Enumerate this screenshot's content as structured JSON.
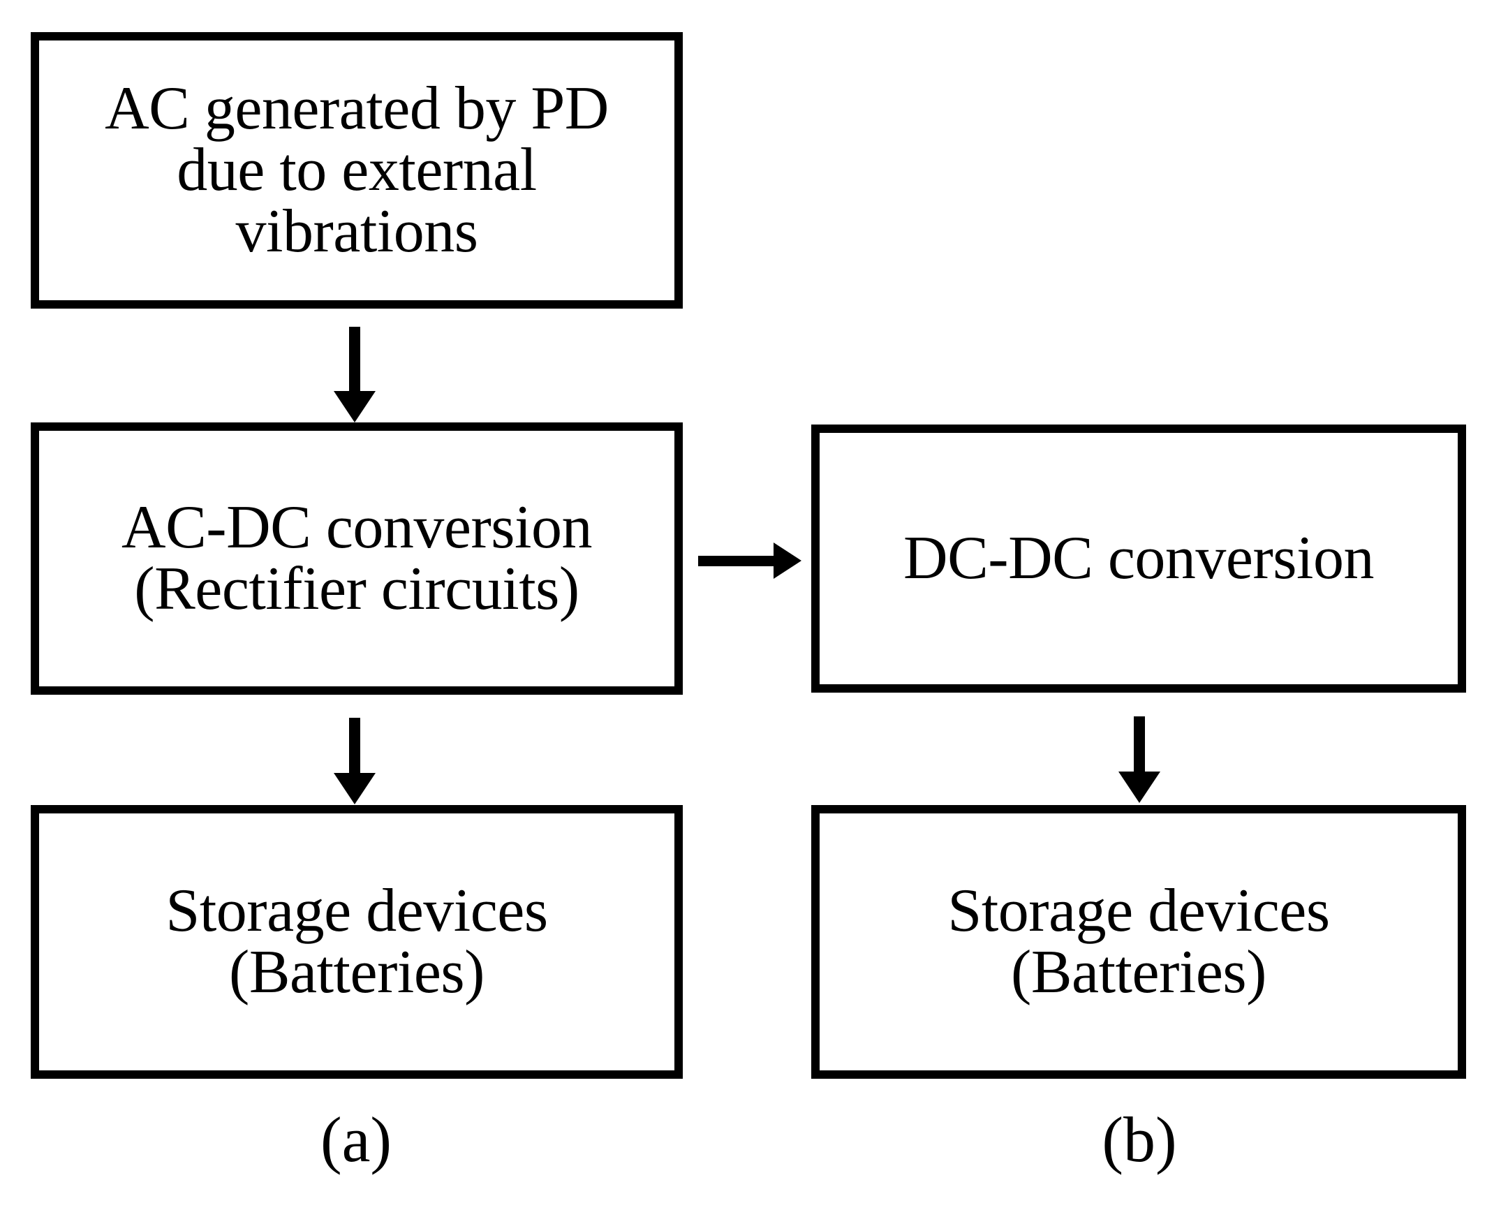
{
  "figure": {
    "type": "flowchart",
    "orientation": "two-column",
    "background_color": "#ffffff",
    "stroke_color": "#000000"
  },
  "nodes": {
    "source": {
      "id": "source",
      "label": "AC generated by PD\ndue to external\nvibrations",
      "column": "a"
    },
    "ac_dc": {
      "id": "ac-dc-conversion",
      "label": "AC-DC conversion\n(Rectifier circuits)",
      "column": "a"
    },
    "storage_left": {
      "id": "storage-devices-a",
      "label": "Storage devices\n(Batteries)",
      "column": "a"
    },
    "dc_dc": {
      "id": "dc-dc-conversion",
      "label": "DC-DC conversion",
      "column": "b"
    },
    "storage_right": {
      "id": "storage-devices-b",
      "label": "Storage devices\n(Batteries)",
      "column": "b"
    }
  },
  "edges": [
    {
      "id": "source-to-acdc",
      "from": "source",
      "to": "ac_dc",
      "direction": "down"
    },
    {
      "id": "acdc-to-storage",
      "from": "ac_dc",
      "to": "storage_left",
      "direction": "down"
    },
    {
      "id": "acdc-to-dcdc",
      "from": "ac_dc",
      "to": "dc_dc",
      "direction": "right"
    },
    {
      "id": "dcdc-to-storage",
      "from": "dc_dc",
      "to": "storage_right",
      "direction": "down"
    }
  ],
  "captions": {
    "a": "(a)",
    "b": "(b)"
  }
}
